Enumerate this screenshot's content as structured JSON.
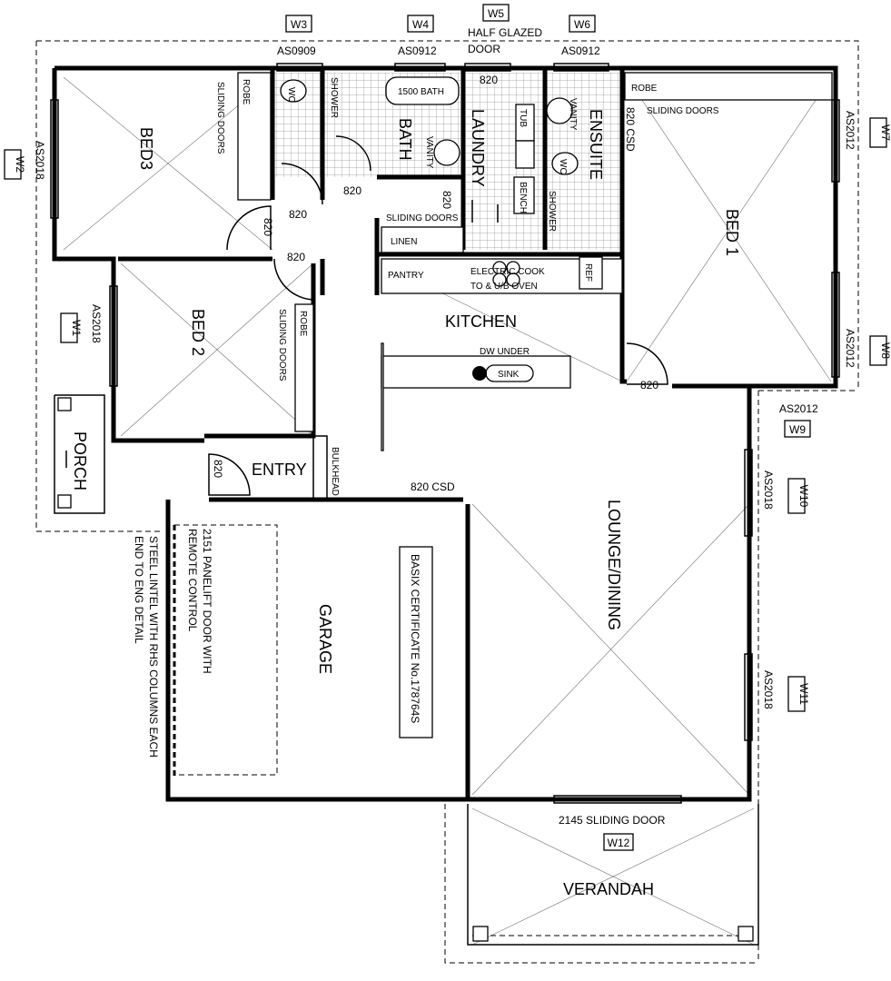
{
  "windows": {
    "w1": "W1",
    "w2": "W2",
    "w3": "W3",
    "w4": "W4",
    "w5": "W5",
    "w6": "W6",
    "w7": "W7",
    "w8": "W8",
    "w9": "W9",
    "w10": "W10",
    "w11": "W11",
    "w12": "W12"
  },
  "window_specs": {
    "w1": "AS2018",
    "w2": "AS2018",
    "w3": "AS0909",
    "w4": "AS0912",
    "w6": "AS0912",
    "w7": "AS2012",
    "w8": "AS2012",
    "w9": "AS2012",
    "w10": "AS2018",
    "w11": "AS2018"
  },
  "rooms": {
    "bed3": "BED3",
    "bed2": "BED 2",
    "bed1": "BED 1",
    "bath": "BATH",
    "laundry": "LAUNDRY",
    "ensuite": "ENSUITE",
    "kitchen": "KITCHEN",
    "entry": "ENTRY",
    "porch": "PORCH",
    "garage": "GARAGE",
    "lounge": "LOUNGE/DINING",
    "verandah": "VERANDAH"
  },
  "fixtures": {
    "robe": "ROBE",
    "sliding_doors": "SLIDING DOORS",
    "wc": "WC",
    "shower": "SHOWER",
    "bath_1500": "1500 BATH",
    "vanity": "VANITY",
    "tub": "TUB",
    "bench": "BENCH",
    "linen": "LINEN",
    "pantry": "PANTRY",
    "cook": "ELECTRIC COOK",
    "oven": "TO & U/B OVEN",
    "ref": "REF",
    "dw": "DW UNDER",
    "sink": "SINK",
    "bulkhead": "BULKHEAD"
  },
  "notes": {
    "half_glazed_1": "HALF GLAZED",
    "half_glazed_2": "DOOR",
    "door_820": "820",
    "csd_820": "820 CSD",
    "sliding_2145": "2145 SLIDING DOOR",
    "panelift_1": "2151 PANELIFT DOOR WITH",
    "panelift_2": "REMOTE CONTROL",
    "lintel_1": "STEEL LINTEL WITH RHS COLUMNS EACH",
    "lintel_2": "END TO ENG DETAIL",
    "basix": "BASIX CERTIFICATE No.178764S"
  }
}
